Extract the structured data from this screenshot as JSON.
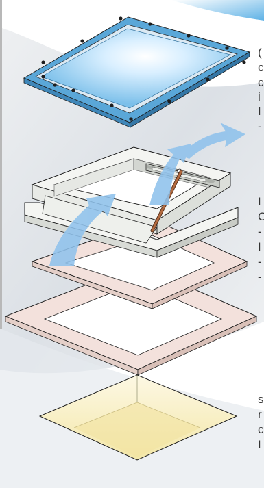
{
  "illustration": {
    "subject": "exploded view of a roof skylight assembly",
    "colors": {
      "glass": "#8ec8ea",
      "glass_highlight": "#e6f5ff",
      "glass_frame": "#5aa7d8",
      "frame_white": "#f4f5f2",
      "frame_shade": "#d8dbd6",
      "flange_pink": "#f3e1dc",
      "flange_shade": "#e2cbc4",
      "ceiling_yellow": "#f7efc2",
      "ceiling_light": "#fdf9e6",
      "airflow_arrow": "#8fc2ec",
      "support_rod": "#a0603a",
      "outline": "#1d1d1d",
      "background_wash": "#dfe3e8"
    },
    "parts": [
      "glazed-lid",
      "opening-frame",
      "hinge-assembly",
      "support-rod",
      "upstand-frame",
      "roof-flange",
      "ceiling-opening"
    ],
    "airflow_arrow_count": 3,
    "right_margin_text_fragments": [
      "(",
      "c",
      "c",
      "i",
      "I",
      "-",
      "I",
      "C",
      "-",
      "I",
      "-",
      "-",
      "s",
      "r",
      "c",
      "I"
    ]
  }
}
